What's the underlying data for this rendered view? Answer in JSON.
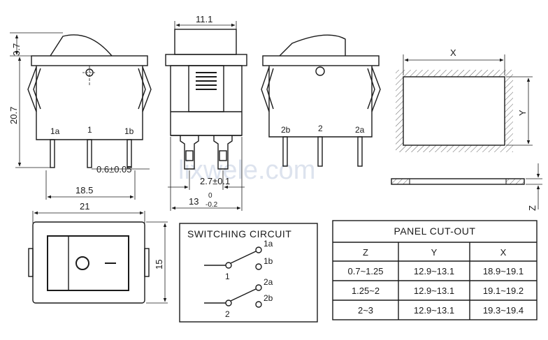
{
  "watermark": "lixwele.com",
  "side_view": {
    "dim_top": "3.7",
    "dim_height": "20.7",
    "pin_labels": [
      "1a",
      "1",
      "1b"
    ],
    "dim_pin": "0.6±0.05",
    "dim_width": "18.5"
  },
  "front_view": {
    "dim_top": "11.1",
    "dim_pin_pitch": "2.7±0.1",
    "dim_width": "13",
    "dim_width_upper_tol": "0",
    "dim_width_lower_tol": "-0.2"
  },
  "rear_view": {
    "pin_labels": [
      "2b",
      "2",
      "2a"
    ]
  },
  "cutout_drawing": {
    "x_label": "X",
    "y_label": "Y",
    "z_label": "Z"
  },
  "top_view": {
    "dim_width": "21",
    "dim_height": "15"
  },
  "switching_circuit": {
    "title": "SWITCHING CIRCUIT",
    "labels": [
      "1a",
      "1b",
      "1",
      "2a",
      "2b",
      "2"
    ]
  },
  "panel_cutout": {
    "title": "PANEL CUT-OUT",
    "headers": [
      "Z",
      "Y",
      "X"
    ],
    "rows": [
      [
        "0.7~1.25",
        "12.9~13.1",
        "18.9~19.1"
      ],
      [
        "1.25~2",
        "12.9~13.1",
        "19.1~19.2"
      ],
      [
        "2~3",
        "12.9~13.1",
        "19.3~19.4"
      ]
    ]
  }
}
